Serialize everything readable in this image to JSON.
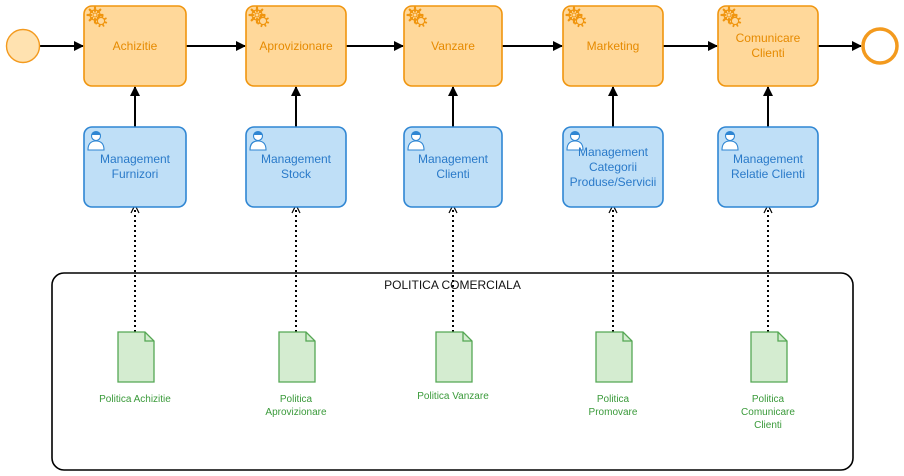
{
  "colors": {
    "process_fill": "#ffd89a",
    "process_stroke": "#f0950e",
    "role_fill": "#bfdff7",
    "role_stroke": "#2f86d3",
    "doc_fill": "#d4ecd0",
    "doc_stroke": "#55a754",
    "event_stroke": "#f39a1e",
    "event_fill": "#ffe2b0",
    "arrow": "#000000"
  },
  "flow": {
    "processes": [
      {
        "label": "Achizitie",
        "icon": "gear-icon"
      },
      {
        "label": "Aprovizionare",
        "icon": "gear-icon"
      },
      {
        "label": "Vanzare",
        "icon": "gear-icon"
      },
      {
        "label": "Marketing",
        "icon": "gear-icon"
      },
      {
        "label": "Comunicare\nClienti",
        "icon": "gear-icon"
      }
    ],
    "roles": [
      {
        "label": "Management\nFurnizori",
        "icon": "user-icon"
      },
      {
        "label": "Management\nStock",
        "icon": "user-icon"
      },
      {
        "label": "Management\nClienti",
        "icon": "user-icon"
      },
      {
        "label": "Management\nCategorii\nProduse/Servicii",
        "icon": "user-icon"
      },
      {
        "label": "Management\nRelatie Clienti",
        "icon": "user-icon"
      }
    ]
  },
  "policy_group": {
    "title": "POLITICA COMERCIALA",
    "documents": [
      {
        "label": "Politica Achizitie",
        "icon": "document-icon"
      },
      {
        "label": "Politica\nAprovizionare",
        "icon": "document-icon"
      },
      {
        "label": "Politica Vanzare",
        "icon": "document-icon"
      },
      {
        "label": "Politica\nPromovare",
        "icon": "document-icon"
      },
      {
        "label": "Politica\nComunicare\nClienti",
        "icon": "document-icon"
      }
    ]
  }
}
